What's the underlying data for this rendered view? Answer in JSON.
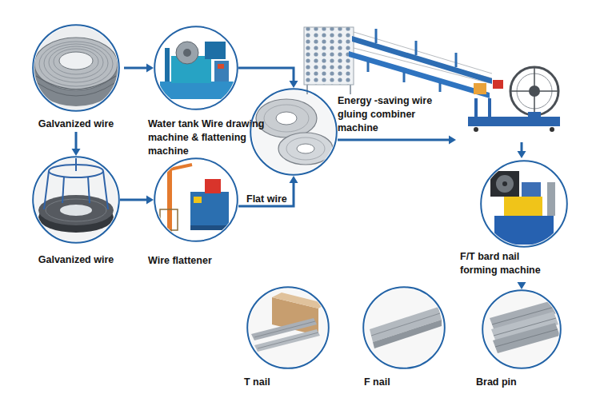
{
  "diagram": {
    "nodes": [
      {
        "text": [
          "Galvanized wire"
        ]
      },
      {
        "text": [
          "Water tank Wire drawing machine & flattening machine"
        ]
      },
      {
        "text": [
          "Galvanized wire"
        ]
      },
      {
        "text": [
          "Wire flattener"
        ]
      },
      {
        "text": [
          "Flat wire"
        ]
      },
      {
        "text": [
          "Energy -saving wire gluing combiner machine"
        ]
      },
      {
        "text": [
          "F/T bard nail forming machine"
        ]
      },
      {
        "text": [
          "T nail"
        ]
      },
      {
        "text": [
          "F nail"
        ]
      },
      {
        "text": [
          "Brad pin"
        ]
      }
    ],
    "edges": [
      {
        "from": 0,
        "to": 1,
        "arrow": "to"
      },
      {
        "from": 0,
        "to": 2,
        "arrow": "to"
      },
      {
        "from": 2,
        "to": 3,
        "arrow": "to"
      },
      {
        "from": 1,
        "to": 4,
        "arrow": "to"
      },
      {
        "from": 3,
        "to": 4,
        "arrow": "to"
      },
      {
        "from": 4,
        "to": 5,
        "arrow": "to"
      },
      {
        "from": 5,
        "to": 6,
        "arrow": "to"
      },
      {
        "from": 6,
        "to": 9,
        "arrow": "to"
      }
    ]
  }
}
